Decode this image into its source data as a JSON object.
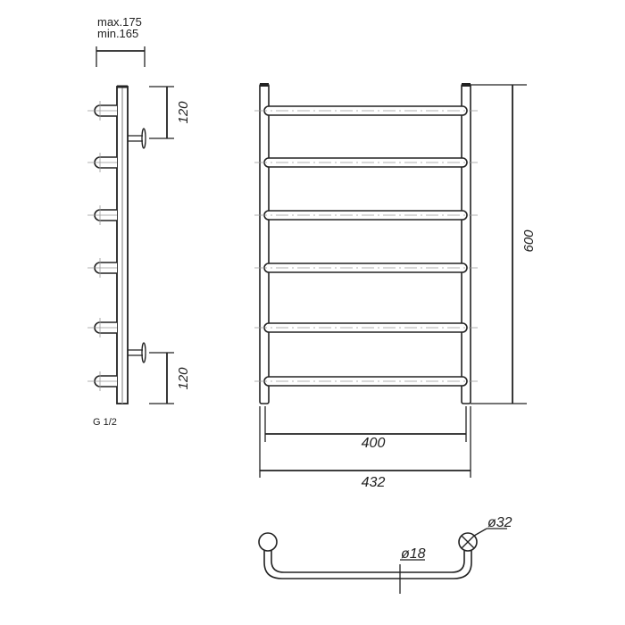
{
  "side_view": {
    "depth_max": "max.175",
    "depth_min": "min.165",
    "top_spacing": "120",
    "bottom_spacing": "120",
    "thread": "G 1/2"
  },
  "front_view": {
    "height": "600",
    "inner_width": "400",
    "outer_width": "432",
    "rung_count": 6
  },
  "top_view": {
    "post_diameter": "ø32",
    "rung_diameter": "ø18"
  }
}
